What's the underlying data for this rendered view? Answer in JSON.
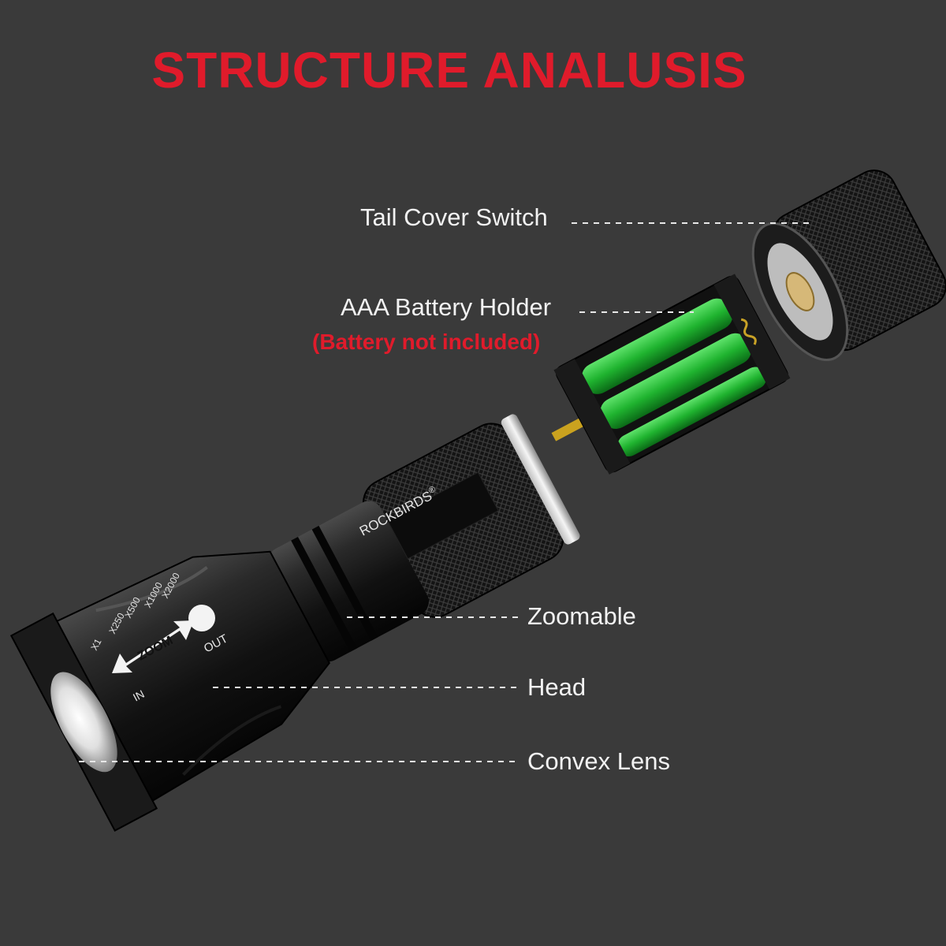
{
  "title": "STRUCTURE ANALUSIS",
  "brand": "ROCKBIRDS",
  "brand_mark": "®",
  "labels": {
    "tail_cover_switch": "Tail Cover Switch",
    "battery_holder": "AAA Battery Holder",
    "battery_note": "(Battery not included)",
    "zoomable": "Zoomable",
    "head": "Head",
    "convex_lens": "Convex Lens"
  },
  "head_markings": {
    "zoom": "ZOOM",
    "out": "OUT",
    "in": "IN",
    "scales": [
      "X1",
      "X250",
      "X500",
      "X1000",
      "X2000"
    ]
  },
  "colors": {
    "background": "#3a3a3a",
    "title": "#e01b2b",
    "battery_green": "#22c13a"
  }
}
